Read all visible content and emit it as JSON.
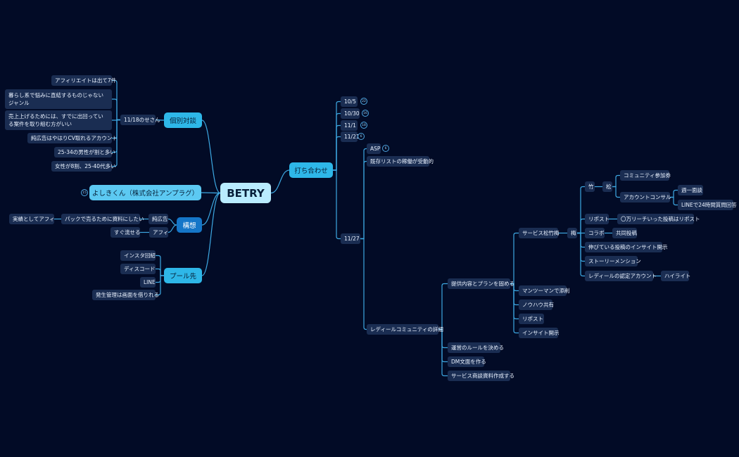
{
  "root": "BETRY",
  "left": {
    "kobetsu": {
      "label": "個別対談",
      "sub": "11/18のせさん",
      "items": [
        "アフィリエイトは出て7件",
        "暮らし系で悩みに直結するものじゃないジャンル",
        "売上上げるためには、すでに出回っている案件を取り組む方がいい",
        "純広告はやはりCV取れるアカウント",
        "25-34の男性が割と多い",
        "女性が8割、25-40代多い"
      ]
    },
    "yoshiki": {
      "label": "よしきくん（株式会社アンプラグ）",
      "badge": "15"
    },
    "koso": {
      "label": "構想",
      "junkoukoku": "純広告",
      "pack": "パックで売るために資料にしたい",
      "jisseki": "実績としてアフィ",
      "affi": "アフィ",
      "sugu": "すぐ流せる"
    },
    "pool": {
      "label": "プール先",
      "items": [
        "インスタ回紹",
        "ディスコード",
        "LINE",
        "発生管理は画面を借りれる"
      ]
    }
  },
  "right": {
    "uchiawase": "打ち合わせ",
    "dates": [
      {
        "label": "10/5",
        "badge": "22"
      },
      {
        "label": "10/30",
        "badge": "16"
      },
      {
        "label": "11/1",
        "badge": "18"
      },
      {
        "label": "11/21",
        "badge": "6"
      }
    ],
    "d1127": "11/27",
    "asp": "ASP",
    "asp_badge": "6",
    "kizon": "既存リストの稼働が受動的",
    "ladyeal": "レディールコミュニティの詳細",
    "teikyo": "提供内容とプランを固める",
    "unei": "運営のルールを決める",
    "dm": "DM文面を作る",
    "shodan": "サービス商談資料作成する",
    "service": "サービス松竹梅",
    "ume": "梅",
    "take": "竹",
    "matsu": "松",
    "community": "コミュニティ参加券",
    "account_consul": "アカウントコンサル",
    "weekly": "週一面談",
    "line24": "LINEで24時間質問回答",
    "repost": "リポスト",
    "repost_detail": "〇万リーチいった投稿はリポスト",
    "collab": "コラボ",
    "kyodo": "共同投稿",
    "insight_open": "伸びている投稿のインサイト開示",
    "story": "ストーリーメンション",
    "nintei": "レディールの認定アカウント",
    "highlight": "ハイライト",
    "mantsu": "マンツーマンで添削",
    "knowhow": "ノウハウ共有",
    "repost2": "リポスト",
    "insight2": "インサイト開示"
  }
}
